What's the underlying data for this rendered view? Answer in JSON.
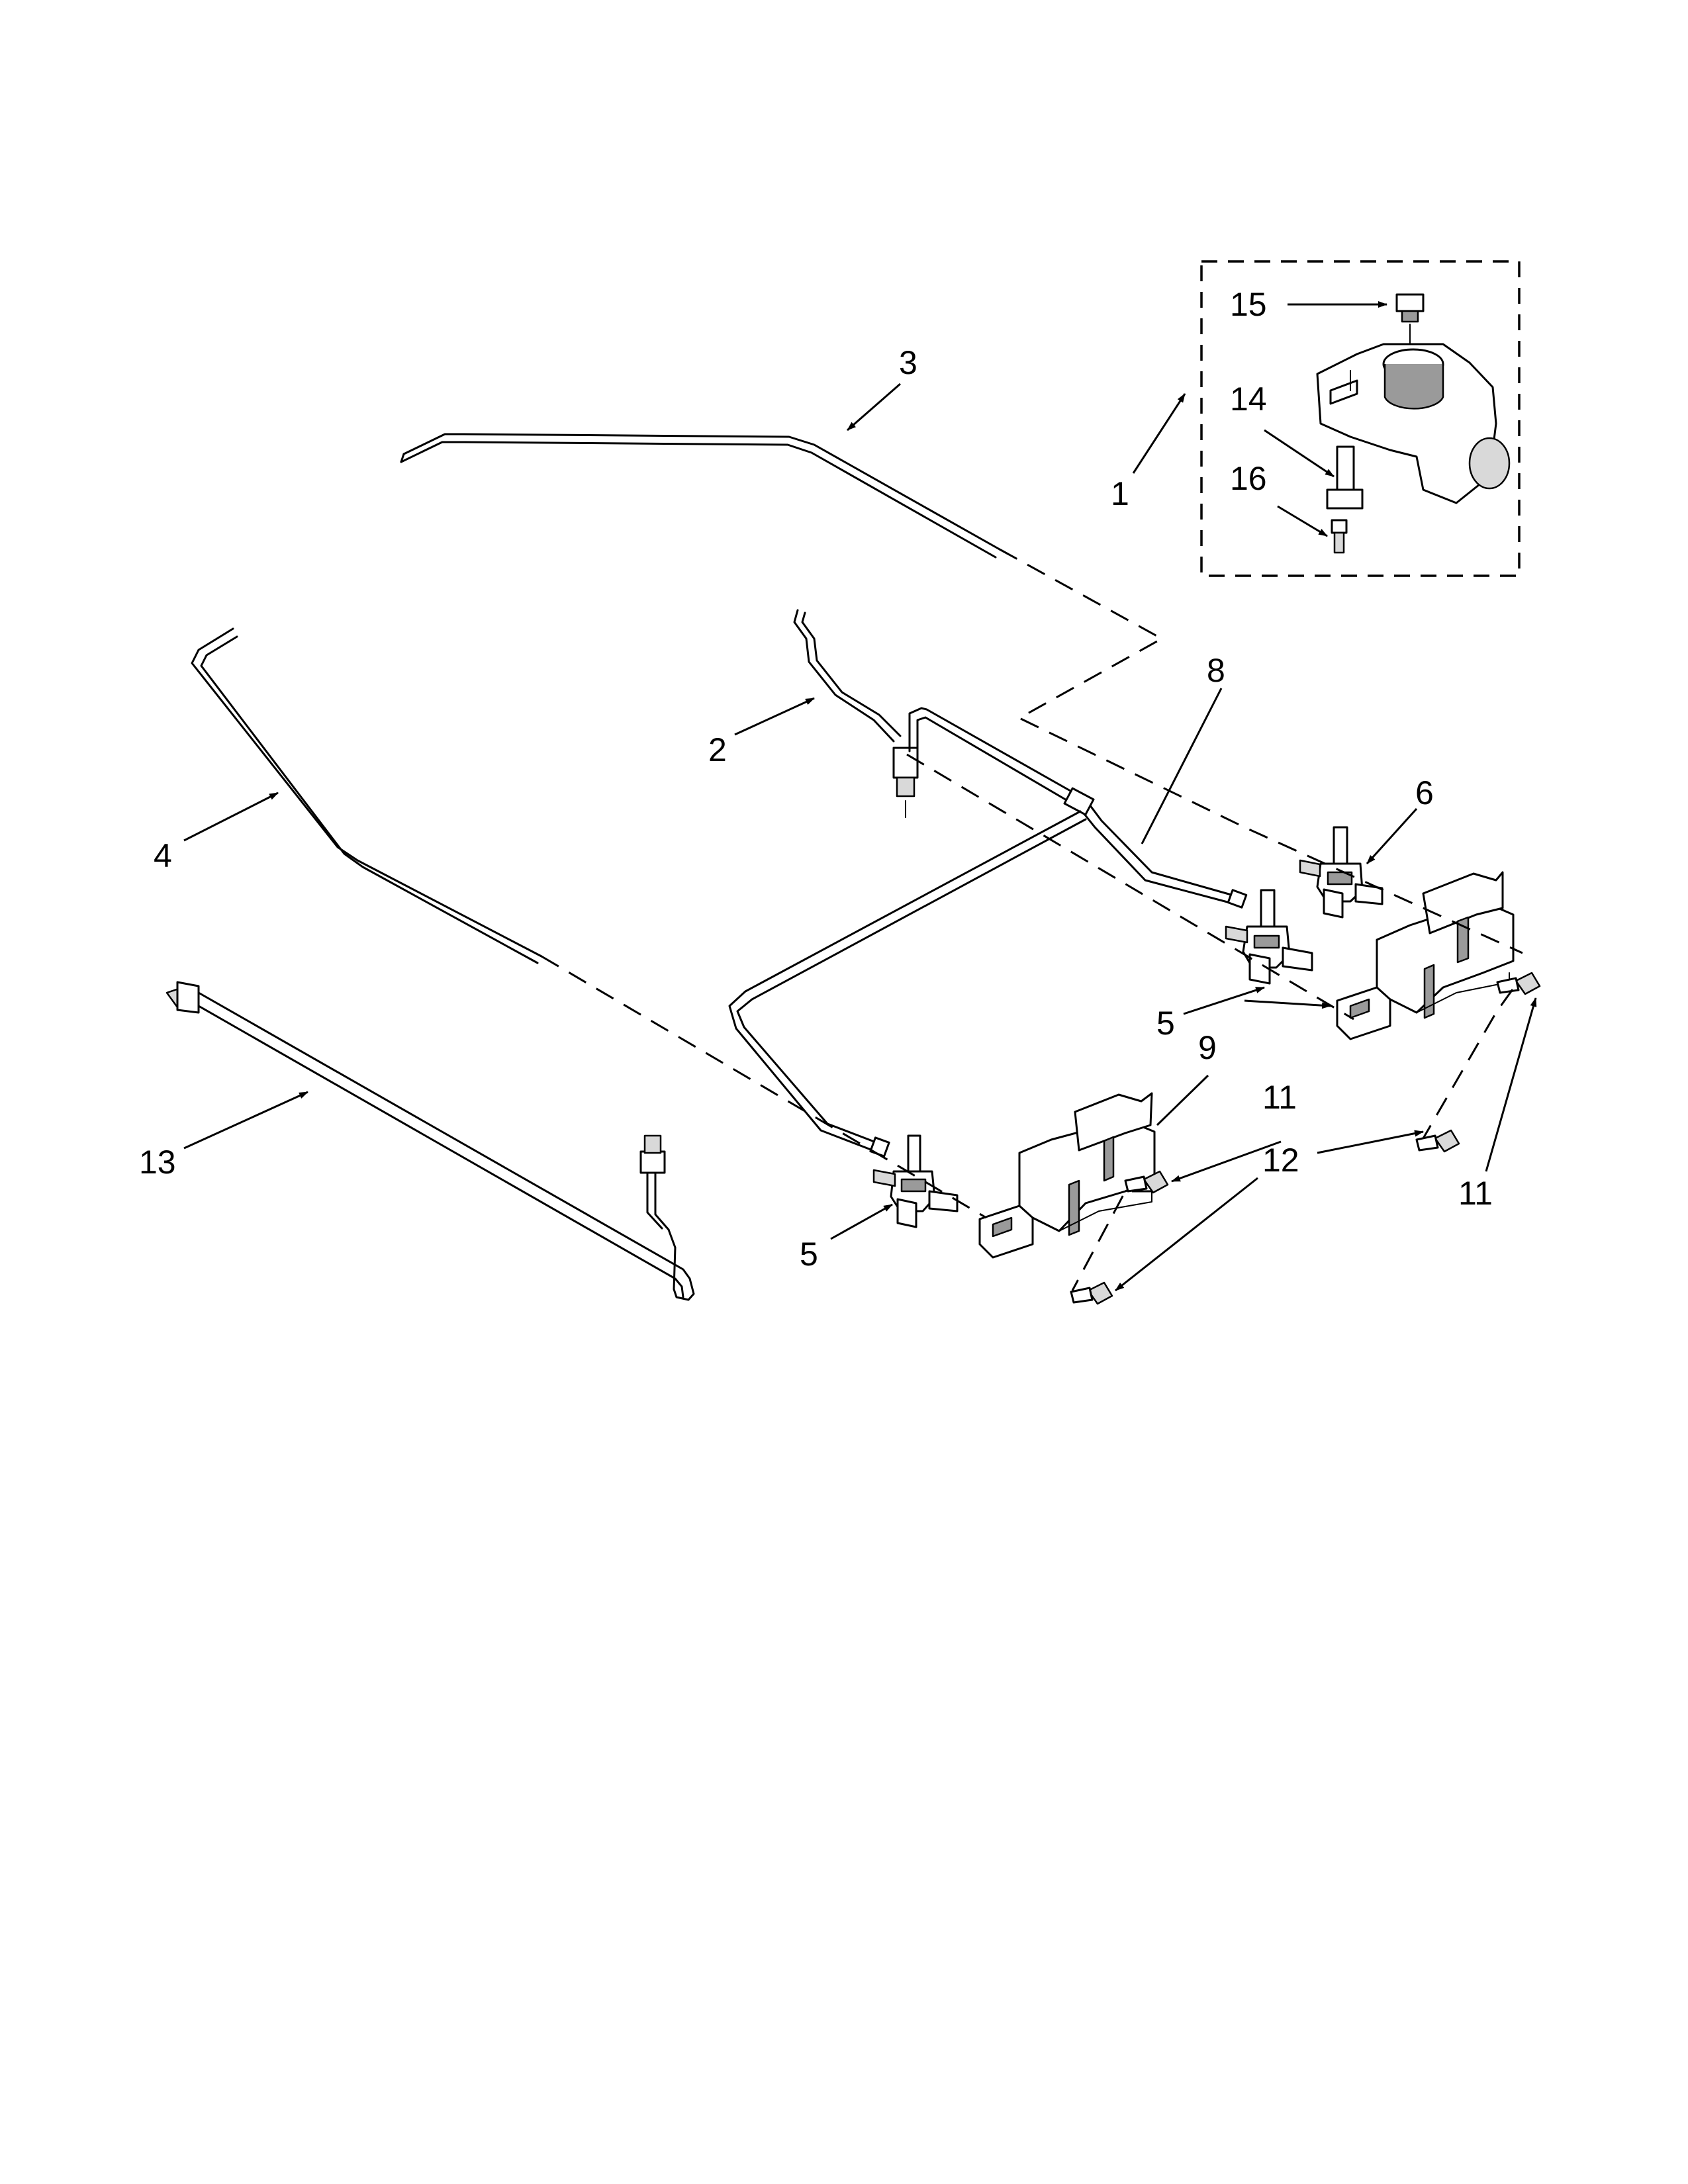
{
  "callouts": {
    "c1": "1",
    "c2": "2",
    "c3": "3",
    "c4": "4",
    "c5a": "5",
    "c5b": "5",
    "c6": "6",
    "c8": "8",
    "c9": "9",
    "c11a": "11",
    "c11b": "11",
    "c12": "12",
    "c13": "13",
    "c14": "14",
    "c15": "15",
    "c16": "16"
  }
}
